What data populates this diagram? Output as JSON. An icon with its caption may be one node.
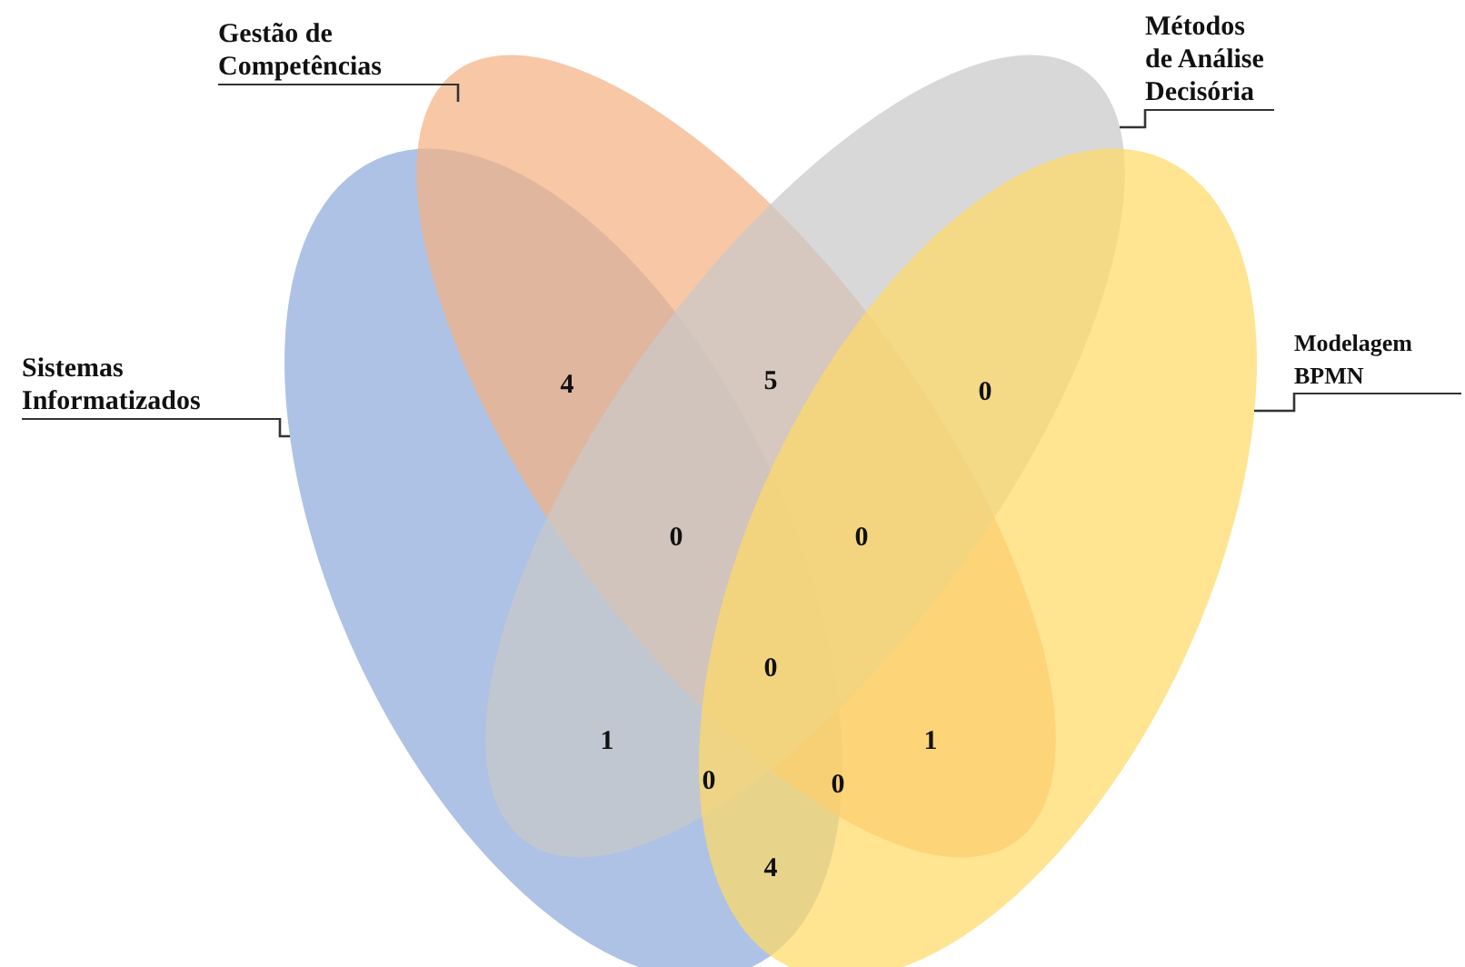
{
  "diagram": {
    "nodes": [
      {
        "text": [
          "Gestão de Competências"
        ]
      },
      {
        "text": [
          "Métodos de Análise Decisória"
        ]
      },
      {
        "text": [
          "Sistemas Informatizados"
        ]
      },
      {
        "text": [
          "Modelagem BPMN"
        ]
      },
      {
        "text": [],
        "shape": "ellipse"
      },
      {
        "text": [],
        "shape": "ellipse"
      },
      {
        "text": [],
        "shape": "ellipse"
      },
      {
        "text": [],
        "shape": "ellipse"
      }
    ],
    "edges": [
      {
        "from": 0,
        "to": 5,
        "arrow": "none"
      },
      {
        "from": 1,
        "to": 6,
        "arrow": "none"
      },
      {
        "from": 2,
        "to": 4,
        "arrow": "none"
      },
      {
        "from": 3,
        "to": 7,
        "arrow": "none"
      }
    ],
    "labels": [
      "4",
      "5",
      "0",
      "0",
      "0",
      "0",
      "1",
      "1",
      "0",
      "0",
      "4"
    ]
  }
}
